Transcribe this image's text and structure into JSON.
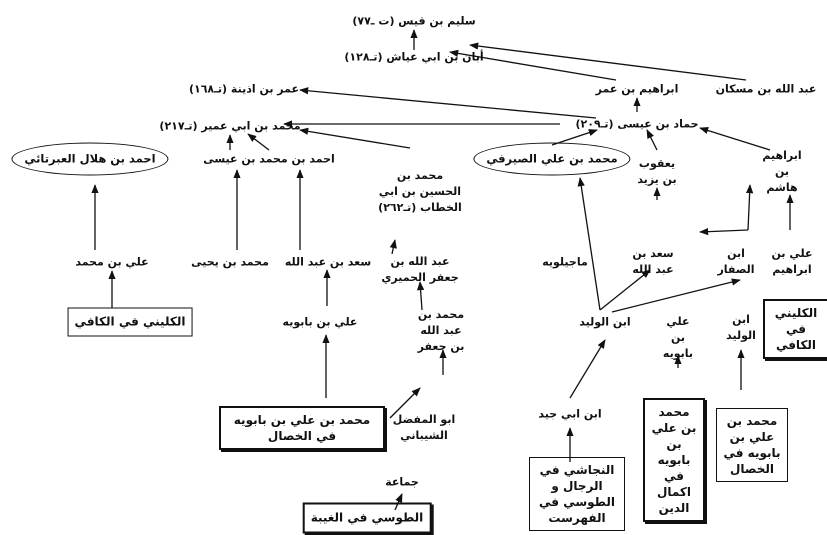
{
  "nodes": {
    "salim": "سليم بن قيس (ت ـ٧٧)",
    "aban": "أبان بن ابي عياش (تـ١٢٨)",
    "abdullah_muskan": "عبد الله بن مسكان",
    "ibrahim_umar": "ابراهيم بن عمر",
    "umar_udhayna": "عمر بن اذينة (تـ١٦٨)",
    "ibn_abi_umayr": "محمد بن ابي عمير (تـ٢١٧)",
    "hammad": "حماد بن عيسى (تـ٢٠٩)",
    "ahmad_hilal": "احمد بن هلال العبرتائي",
    "ahmad_isa": "احمد بن محمد بن عيسى",
    "m_husayn": "محمد بن الحسين بن ابي الخطاب (تـ٢٦٢)",
    "m_ali_sayrafi": "محمد بن علي الصيرفي",
    "yaqub_yazid": "يعقوب بن يزيد",
    "ibrahim_hashim": "ابراهيم بن هاشم",
    "ali_muhammad": "علي بن محمد",
    "m_yahya": "محمد بن يحيى",
    "saad_abdullah_1": "سعد بن عبد الله",
    "abdullah_jafar": "عبد الله بن جعفر الحميري",
    "majilawayh": "ماجيلويه",
    "saad_abdullah_2": "سعد بن عبد الله",
    "ibn_saffar": "ابن الصفار",
    "ali_ibrahim": "علي بن ابراهيم",
    "kulayni_kafi_1": "الكليني في الكافي",
    "ali_babawayh_1": "علي بن بابويه",
    "m_abdullah_jafar": "محمد بن عبد الله بن جعفر",
    "ibn_walid_1": "ابن الوليد",
    "ali_babawayh_2": "علي بن بابويه",
    "ibn_walid_2": "ابن الوليد",
    "kulayni_kafi_2": "الكليني في الكافي",
    "saduq_khisal_1": "محمد بن علي بن بابويه في الخصال",
    "abu_mufaddal": "ابو المفضل الشيباني",
    "ibn_abi_jayyid": "ابن ابي جيد",
    "saduq_ikmal": "محمد بن علي بن بابويه في اكمال الدين",
    "saduq_khisal_2": "محمد بن علي بن بابويه في الخصال",
    "jamaa": "جماعة",
    "najashi_tusi": "النجاشي في الرجال و الطوسي في الفهرست",
    "tusi_ghayba": "الطوسي في الغيبة"
  }
}
